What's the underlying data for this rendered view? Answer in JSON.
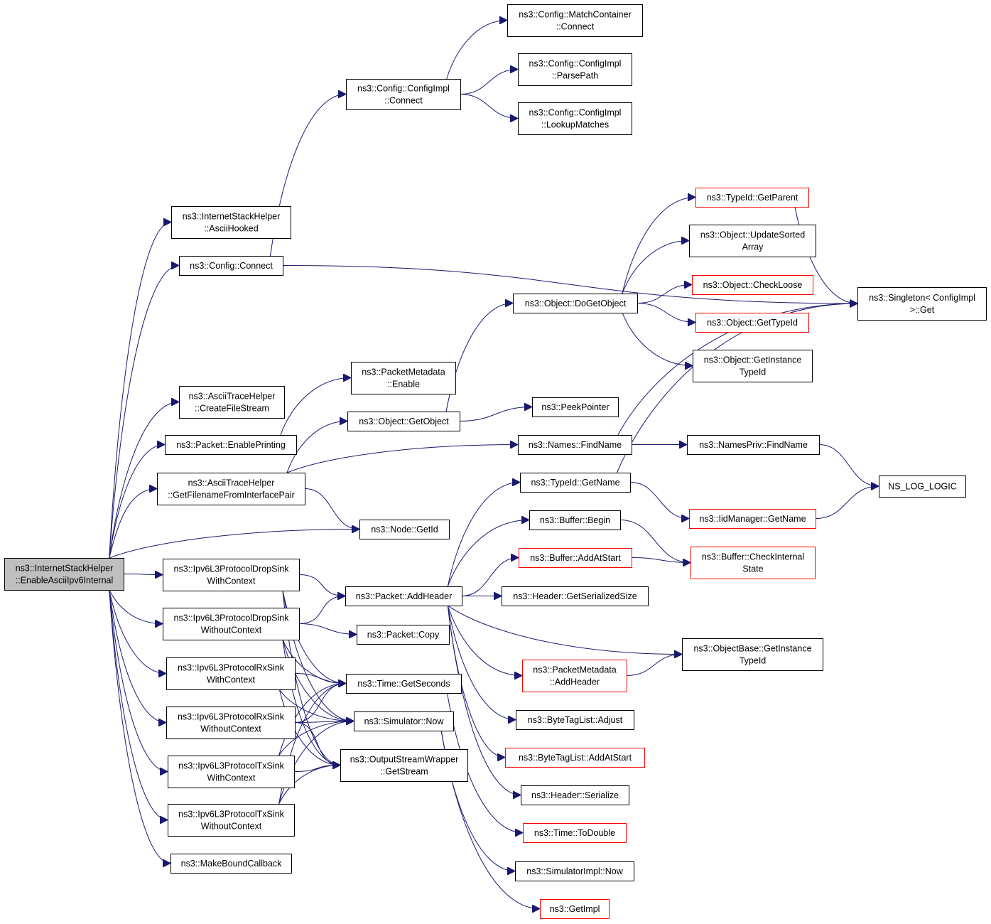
{
  "nodes": [
    {
      "id": "root",
      "lines": [
        "ns3::InternetStackHelper",
        "::EnableAsciiIpv6Internal"
      ],
      "style": "root"
    },
    {
      "id": "asciiHooked",
      "lines": [
        "ns3::InternetStackHelper",
        "::AsciiHooked"
      ],
      "style": "normal"
    },
    {
      "id": "configConnect",
      "lines": [
        "ns3::Config::Connect"
      ],
      "style": "normal"
    },
    {
      "id": "createFileStream",
      "lines": [
        "ns3::AsciiTraceHelper",
        "::CreateFileStream"
      ],
      "style": "normal"
    },
    {
      "id": "enablePrinting",
      "lines": [
        "ns3::Packet::EnablePrinting"
      ],
      "style": "normal"
    },
    {
      "id": "getFilename",
      "lines": [
        "ns3::AsciiTraceHelper",
        "::GetFilenameFromInterfacePair"
      ],
      "style": "normal"
    },
    {
      "id": "dropCtx",
      "lines": [
        "ns3::Ipv6L3ProtocolDropSink",
        "WithContext"
      ],
      "style": "normal"
    },
    {
      "id": "dropNoCtx",
      "lines": [
        "ns3::Ipv6L3ProtocolDropSink",
        "WithoutContext"
      ],
      "style": "normal"
    },
    {
      "id": "rxCtx",
      "lines": [
        "ns3::Ipv6L3ProtocolRxSink",
        "WithContext"
      ],
      "style": "normal"
    },
    {
      "id": "rxNoCtx",
      "lines": [
        "ns3::Ipv6L3ProtocolRxSink",
        "WithoutContext"
      ],
      "style": "normal"
    },
    {
      "id": "txCtx",
      "lines": [
        "ns3::Ipv6L3ProtocolTxSink",
        "WithContext"
      ],
      "style": "normal"
    },
    {
      "id": "txNoCtx",
      "lines": [
        "ns3::Ipv6L3ProtocolTxSink",
        "WithoutContext"
      ],
      "style": "normal"
    },
    {
      "id": "makeBound",
      "lines": [
        "ns3::MakeBoundCallback"
      ],
      "style": "normal"
    },
    {
      "id": "cfgImplConnect",
      "lines": [
        "ns3::Config::ConfigImpl",
        "::Connect"
      ],
      "style": "normal"
    },
    {
      "id": "matchConnect",
      "lines": [
        "ns3::Config::MatchContainer",
        "::Connect"
      ],
      "style": "normal"
    },
    {
      "id": "parsePath",
      "lines": [
        "ns3::Config::ConfigImpl",
        "::ParsePath"
      ],
      "style": "normal"
    },
    {
      "id": "lookupMatches",
      "lines": [
        "ns3::Config::ConfigImpl",
        "::LookupMatches"
      ],
      "style": "normal"
    },
    {
      "id": "pmEnable",
      "lines": [
        "ns3::PacketMetadata",
        "::Enable"
      ],
      "style": "normal"
    },
    {
      "id": "getObject",
      "lines": [
        "ns3::Object::GetObject"
      ],
      "style": "normal"
    },
    {
      "id": "nodeGetId",
      "lines": [
        "ns3::Node::GetId"
      ],
      "style": "normal"
    },
    {
      "id": "addHeader",
      "lines": [
        "ns3::Packet::AddHeader"
      ],
      "style": "normal"
    },
    {
      "id": "packetCopy",
      "lines": [
        "ns3::Packet::Copy"
      ],
      "style": "normal"
    },
    {
      "id": "timeGetSeconds",
      "lines": [
        "ns3::Time::GetSeconds"
      ],
      "style": "normal"
    },
    {
      "id": "simNow",
      "lines": [
        "ns3::Simulator::Now"
      ],
      "style": "normal"
    },
    {
      "id": "oswGetStream",
      "lines": [
        "ns3::OutputStreamWrapper",
        "::GetStream"
      ],
      "style": "normal"
    },
    {
      "id": "doGetObject",
      "lines": [
        "ns3::Object::DoGetObject"
      ],
      "style": "normal"
    },
    {
      "id": "peekPointer",
      "lines": [
        "ns3::PeekPointer"
      ],
      "style": "normal"
    },
    {
      "id": "namesFindName",
      "lines": [
        "ns3::Names::FindName"
      ],
      "style": "normal"
    },
    {
      "id": "typeIdGetName",
      "lines": [
        "ns3::TypeId::GetName"
      ],
      "style": "normal"
    },
    {
      "id": "bufferBegin",
      "lines": [
        "ns3::Buffer::Begin"
      ],
      "style": "normal"
    },
    {
      "id": "bufferAddAtStart",
      "lines": [
        "ns3::Buffer::AddAtStart"
      ],
      "style": "red"
    },
    {
      "id": "headerSerSize",
      "lines": [
        "ns3::Header::GetSerializedSize"
      ],
      "style": "normal"
    },
    {
      "id": "pmAddHeader",
      "lines": [
        "ns3::PacketMetadata",
        "::AddHeader"
      ],
      "style": "red"
    },
    {
      "id": "btlAdjust",
      "lines": [
        "ns3::ByteTagList::Adjust"
      ],
      "style": "normal"
    },
    {
      "id": "btlAddAtStart",
      "lines": [
        "ns3::ByteTagList::AddAtStart"
      ],
      "style": "red"
    },
    {
      "id": "headerSerialize",
      "lines": [
        "ns3::Header::Serialize"
      ],
      "style": "normal"
    },
    {
      "id": "timeToDouble",
      "lines": [
        "ns3::Time::ToDouble"
      ],
      "style": "red"
    },
    {
      "id": "simImplNow",
      "lines": [
        "ns3::SimulatorImpl::Now"
      ],
      "style": "normal"
    },
    {
      "id": "getImpl",
      "lines": [
        "ns3::GetImpl"
      ],
      "style": "red"
    },
    {
      "id": "typeIdGetParent",
      "lines": [
        "ns3::TypeId::GetParent"
      ],
      "style": "red"
    },
    {
      "id": "updateSorted",
      "lines": [
        "ns3::Object::UpdateSorted",
        "Array"
      ],
      "style": "normal"
    },
    {
      "id": "checkLoose",
      "lines": [
        "ns3::Object::CheckLoose"
      ],
      "style": "red"
    },
    {
      "id": "objGetTypeId",
      "lines": [
        "ns3::Object::GetTypeId"
      ],
      "style": "red"
    },
    {
      "id": "objGetInstTypeId",
      "lines": [
        "ns3::Object::GetInstance",
        "TypeId"
      ],
      "style": "normal"
    },
    {
      "id": "namesPrivFindName",
      "lines": [
        "ns3::NamesPriv::FindName"
      ],
      "style": "normal"
    },
    {
      "id": "iidGetName",
      "lines": [
        "ns3::IidManager::GetName"
      ],
      "style": "red"
    },
    {
      "id": "bufCheckInternal",
      "lines": [
        "ns3::Buffer::CheckInternal",
        "State"
      ],
      "style": "red"
    },
    {
      "id": "objBaseGetInst",
      "lines": [
        "ns3::ObjectBase::GetInstance",
        "TypeId"
      ],
      "style": "normal"
    },
    {
      "id": "singletonGet",
      "lines": [
        "ns3::Singleton< ConfigImpl",
        ">::Get"
      ],
      "style": "normal"
    },
    {
      "id": "nsLogLogic",
      "lines": [
        "NS_LOG_LOGIC"
      ],
      "style": "normal"
    }
  ],
  "edges": [
    [
      "root",
      "asciiHooked"
    ],
    [
      "root",
      "configConnect"
    ],
    [
      "root",
      "createFileStream"
    ],
    [
      "root",
      "enablePrinting"
    ],
    [
      "root",
      "getFilename"
    ],
    [
      "root",
      "nodeGetId"
    ],
    [
      "root",
      "dropCtx"
    ],
    [
      "root",
      "dropNoCtx"
    ],
    [
      "root",
      "rxCtx"
    ],
    [
      "root",
      "rxNoCtx"
    ],
    [
      "root",
      "txCtx"
    ],
    [
      "root",
      "txNoCtx"
    ],
    [
      "root",
      "makeBound"
    ],
    [
      "configConnect",
      "cfgImplConnect"
    ],
    [
      "configConnect",
      "singletonGet"
    ],
    [
      "cfgImplConnect",
      "matchConnect"
    ],
    [
      "cfgImplConnect",
      "parsePath"
    ],
    [
      "cfgImplConnect",
      "lookupMatches"
    ],
    [
      "enablePrinting",
      "pmEnable"
    ],
    [
      "getFilename",
      "getObject"
    ],
    [
      "getFilename",
      "namesFindName"
    ],
    [
      "getFilename",
      "nodeGetId"
    ],
    [
      "getObject",
      "doGetObject"
    ],
    [
      "getObject",
      "peekPointer"
    ],
    [
      "doGetObject",
      "typeIdGetParent"
    ],
    [
      "doGetObject",
      "updateSorted"
    ],
    [
      "doGetObject",
      "checkLoose"
    ],
    [
      "doGetObject",
      "objGetTypeId"
    ],
    [
      "doGetObject",
      "objGetInstTypeId"
    ],
    [
      "typeIdGetParent",
      "singletonGet"
    ],
    [
      "namesFindName",
      "namesPrivFindName"
    ],
    [
      "namesFindName",
      "singletonGet"
    ],
    [
      "namesPrivFindName",
      "nsLogLogic"
    ],
    [
      "dropCtx",
      "addHeader"
    ],
    [
      "dropCtx",
      "timeGetSeconds"
    ],
    [
      "dropCtx",
      "simNow"
    ],
    [
      "dropCtx",
      "oswGetStream"
    ],
    [
      "dropNoCtx",
      "addHeader"
    ],
    [
      "dropNoCtx",
      "packetCopy"
    ],
    [
      "dropNoCtx",
      "timeGetSeconds"
    ],
    [
      "dropNoCtx",
      "simNow"
    ],
    [
      "dropNoCtx",
      "oswGetStream"
    ],
    [
      "rxCtx",
      "timeGetSeconds"
    ],
    [
      "rxCtx",
      "simNow"
    ],
    [
      "rxCtx",
      "oswGetStream"
    ],
    [
      "rxNoCtx",
      "timeGetSeconds"
    ],
    [
      "rxNoCtx",
      "simNow"
    ],
    [
      "rxNoCtx",
      "oswGetStream"
    ],
    [
      "txCtx",
      "timeGetSeconds"
    ],
    [
      "txCtx",
      "simNow"
    ],
    [
      "txCtx",
      "oswGetStream"
    ],
    [
      "txNoCtx",
      "timeGetSeconds"
    ],
    [
      "txNoCtx",
      "simNow"
    ],
    [
      "txNoCtx",
      "oswGetStream"
    ],
    [
      "addHeader",
      "typeIdGetName"
    ],
    [
      "addHeader",
      "bufferBegin"
    ],
    [
      "addHeader",
      "bufferAddAtStart"
    ],
    [
      "addHeader",
      "headerSerSize"
    ],
    [
      "addHeader",
      "objBaseGetInst"
    ],
    [
      "addHeader",
      "pmAddHeader"
    ],
    [
      "addHeader",
      "btlAdjust"
    ],
    [
      "addHeader",
      "btlAddAtStart"
    ],
    [
      "addHeader",
      "headerSerialize"
    ],
    [
      "typeIdGetName",
      "iidGetName"
    ],
    [
      "typeIdGetName",
      "singletonGet"
    ],
    [
      "iidGetName",
      "nsLogLogic"
    ],
    [
      "bufferBegin",
      "bufCheckInternal"
    ],
    [
      "bufferAddAtStart",
      "bufCheckInternal"
    ],
    [
      "pmAddHeader",
      "objBaseGetInst"
    ],
    [
      "timeGetSeconds",
      "timeToDouble"
    ],
    [
      "simNow",
      "simImplNow"
    ],
    [
      "simNow",
      "getImpl"
    ]
  ]
}
